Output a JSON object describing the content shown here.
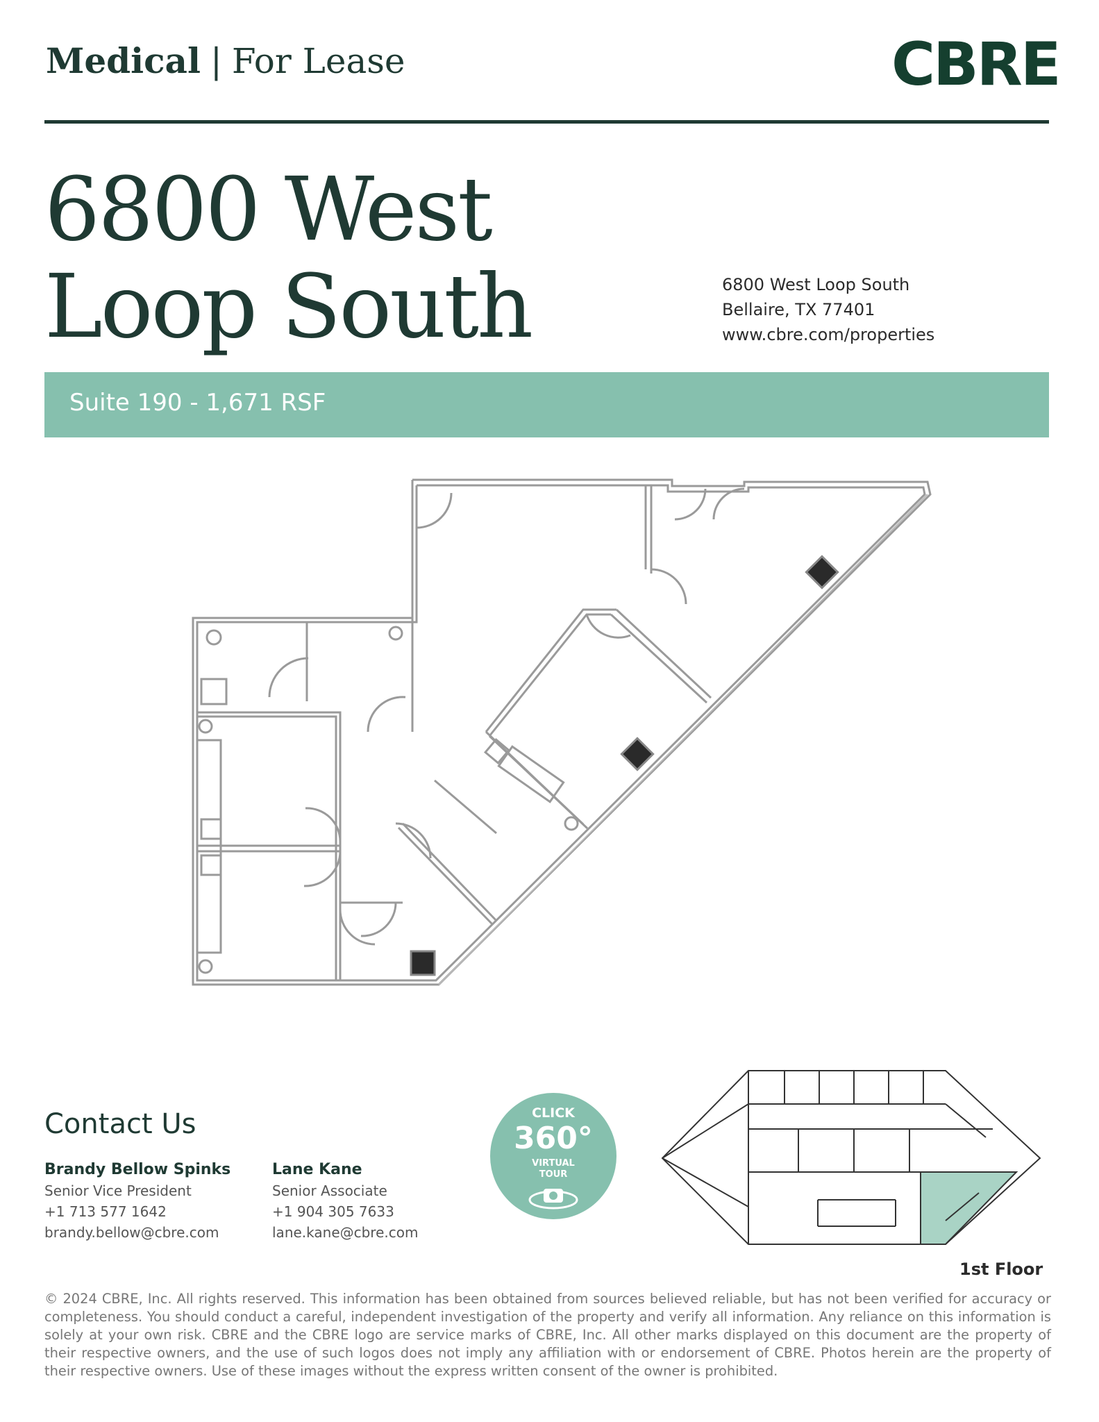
{
  "header": {
    "category": "Medical",
    "separator": "|",
    "listing_type": "For Lease",
    "logo_text": "CBRE"
  },
  "property": {
    "title_line1": "6800 West",
    "title_line2": "Loop South",
    "address_line1": "6800 West Loop South",
    "address_line2": "Bellaire, TX 77401",
    "website": "www.cbre.com/properties"
  },
  "suite": {
    "label": "Suite 190 - 1,671 RSF"
  },
  "contact": {
    "heading": "Contact Us",
    "people": [
      {
        "name": "Brandy Bellow Spinks",
        "title": "Senior Vice President",
        "phone": "+1 713 577 1642",
        "email": "brandy.bellow@cbre.com"
      },
      {
        "name": "Lane Kane",
        "title": "Senior Associate",
        "phone": "+1 904 305 7633",
        "email": "lane.kane@cbre.com"
      }
    ]
  },
  "tour_badge": {
    "line1": "CLICK",
    "line2": "360°",
    "line3": "VIRTUAL",
    "line4": "TOUR"
  },
  "key_plan": {
    "floor_label": "1st Floor",
    "highlight_color": "#a9d3c5"
  },
  "colors": {
    "brand_dark": "#1f3a33",
    "accent_green": "#86c0ae",
    "logo_green": "#153f2f"
  },
  "legal": "© 2024 CBRE, Inc. All rights reserved. This information has been obtained from sources believed reliable, but has not been verified for accuracy or completeness. You should conduct a careful, independent investigation of the property and verify all information. Any reliance on this information is solely at your own risk. CBRE and the CBRE logo are service marks of CBRE, Inc. All other marks displayed on this document are the property of their respective owners, and the use of such logos does not imply any affiliation with or endorsement of CBRE. Photos herein are the property of their respective owners. Use of these images without the express written consent of the owner is prohibited."
}
